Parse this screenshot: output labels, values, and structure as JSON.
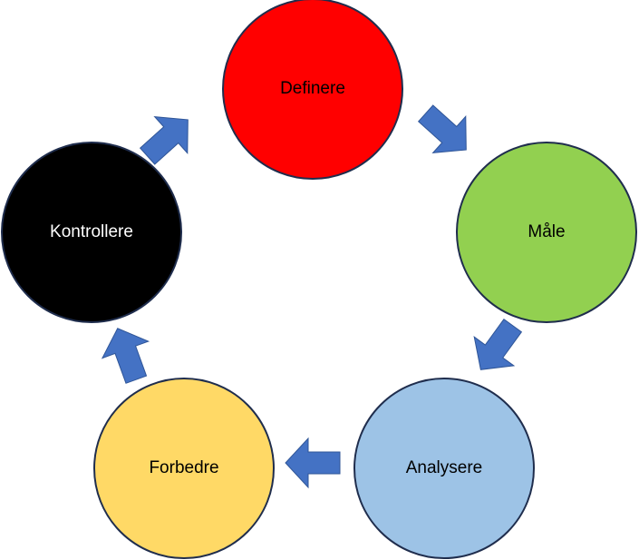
{
  "diagram": {
    "type": "cycle",
    "nodes": [
      {
        "id": "definere",
        "label": "Definere",
        "fill": "#FF0000",
        "text_color": "#000000"
      },
      {
        "id": "male",
        "label": "Måle",
        "fill": "#92D050",
        "text_color": "#000000"
      },
      {
        "id": "analysere",
        "label": "Analysere",
        "fill": "#9DC3E6",
        "text_color": "#000000"
      },
      {
        "id": "forbedre",
        "label": "Forbedre",
        "fill": "#FFD966",
        "text_color": "#000000"
      },
      {
        "id": "kontrollere",
        "label": "Kontrollere",
        "fill": "#000000",
        "text_color": "#FFFFFF"
      }
    ],
    "edges": [
      {
        "from": "definere",
        "to": "male"
      },
      {
        "from": "male",
        "to": "analysere"
      },
      {
        "from": "analysere",
        "to": "forbedre"
      },
      {
        "from": "forbedre",
        "to": "kontrollere"
      },
      {
        "from": "kontrollere",
        "to": "definere"
      }
    ],
    "colors": {
      "arrow_fill": "#4472C4",
      "arrow_stroke": "#2F5597",
      "circle_stroke": "#1F2D4D"
    }
  }
}
